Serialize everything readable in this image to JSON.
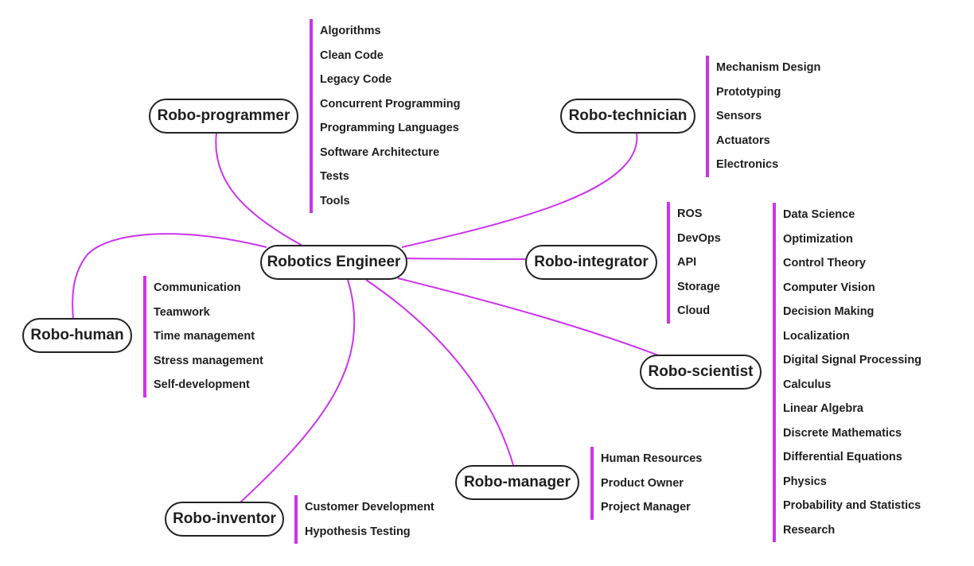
{
  "colors": {
    "accent": "#cc33ee",
    "node_border": "#222222",
    "text": "#1e1e1e",
    "background": "#ffffff"
  },
  "center": "Robotics Engineer",
  "branches": {
    "programmer": {
      "label": "Robo-programmer",
      "items": [
        "Algorithms",
        "Clean Code",
        "Legacy Code",
        "Concurrent Programming",
        "Programming Languages",
        "Software Architecture",
        "Tests",
        "Tools"
      ]
    },
    "technician": {
      "label": "Robo-technician",
      "items": [
        "Mechanism Design",
        "Prototyping",
        "Sensors",
        "Actuators",
        "Electronics"
      ]
    },
    "integrator": {
      "label": "Robo-integrator",
      "items": [
        "ROS",
        "DevOps",
        "API",
        "Storage",
        "Cloud"
      ]
    },
    "scientist": {
      "label": "Robo-scientist",
      "items": [
        "Data Science",
        "Optimization",
        "Control Theory",
        "Computer Vision",
        "Decision Making",
        "Localization",
        "Digital Signal Processing",
        "Calculus",
        "Linear Algebra",
        "Discrete Mathematics",
        "Differential Equations",
        "Physics",
        "Probability and Statistics",
        "Research"
      ]
    },
    "human": {
      "label": "Robo-human",
      "items": [
        "Communication",
        "Teamwork",
        "Time management",
        "Stress management",
        "Self-development"
      ]
    },
    "manager": {
      "label": "Robo-manager",
      "items": [
        "Human Resources",
        "Product Owner",
        "Project Manager"
      ]
    },
    "inventor": {
      "label": "Robo-inventor",
      "items": [
        "Customer Development",
        "Hypothesis Testing"
      ]
    }
  }
}
